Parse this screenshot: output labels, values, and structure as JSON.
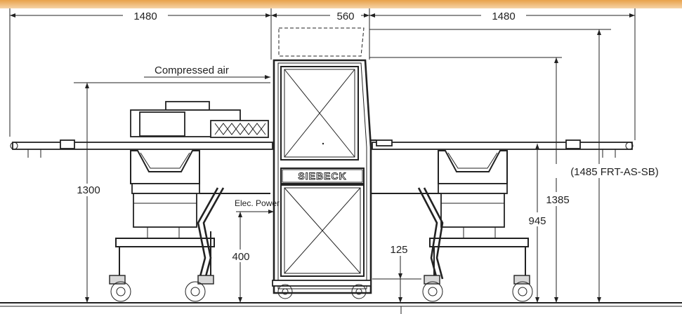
{
  "labels": {
    "dim_left_width": "1480",
    "dim_center_width": "560",
    "dim_right_width": "1480",
    "compressed_air": "Compressed air",
    "elec_power": "Elec. Power",
    "dim_height_1300": "1300",
    "dim_height_400": "400",
    "dim_height_125": "125",
    "dim_height_1385": "1385",
    "dim_height_945": "945",
    "dim_frt_note": "(1485 FRT-AS-SB)",
    "brand": "SIEBECK"
  },
  "colors": {
    "top_band": "#e8a24a",
    "line": "#222222",
    "background": "#ffffff"
  }
}
